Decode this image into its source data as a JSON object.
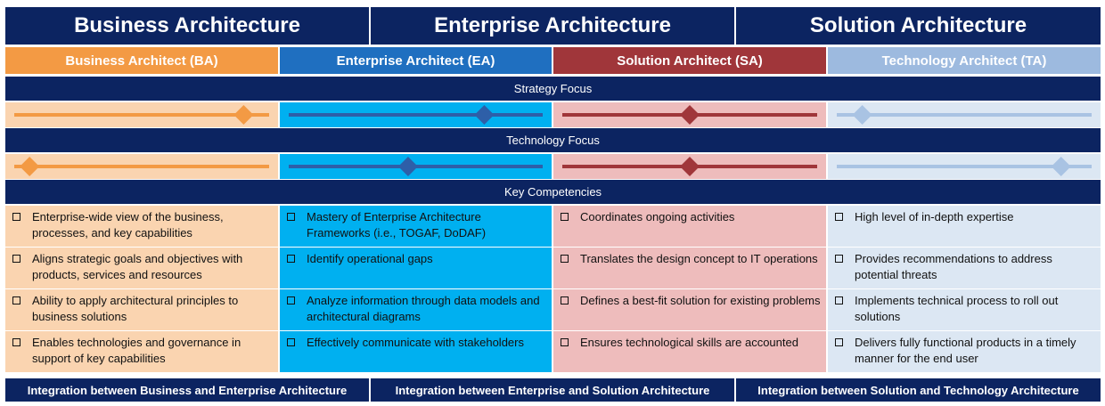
{
  "header": {
    "domains": [
      "Business Architecture",
      "Enterprise Architecture",
      "Solution Architecture"
    ]
  },
  "roles": [
    {
      "label": "Business Architect (BA)",
      "color": "#f39a44",
      "light": "#fad4b0",
      "line": "#f39a44"
    },
    {
      "label": "Enterprise Architect (EA)",
      "color": "#1f6fc0",
      "light": "#00b0f0",
      "line": "#2e5fa8"
    },
    {
      "label": "Solution Architect (SA)",
      "color": "#a0363a",
      "light": "#eebcbc",
      "line": "#a0363a"
    },
    {
      "label": "Technology Architect (TA)",
      "color": "#9dbadf",
      "light": "#dce7f3",
      "line": "#a9c3e3"
    }
  ],
  "sections": {
    "strategy": "Strategy Focus",
    "technology": "Technology Focus",
    "competencies": "Key Competencies"
  },
  "strategy_levels": [
    0.9,
    0.77,
    0.5,
    0.1
  ],
  "technology_levels": [
    0.06,
    0.47,
    0.5,
    0.88
  ],
  "competencies": [
    [
      "Enterprise-wide view of the business, processes, and key capabilities",
      "Aligns strategic goals and objectives with products, services and resources",
      "Ability to apply architectural principles to business solutions",
      "Enables technologies and governance in support of key capabilities"
    ],
    [
      "Mastery of Enterprise Architecture Frameworks (i.e., TOGAF, DoDAF)",
      "Identify operational gaps",
      "Analyze information through data models and architectural diagrams",
      "Effectively communicate with stakeholders"
    ],
    [
      "Coordinates ongoing activities",
      "Translates the design concept to IT operations",
      "Defines a best-fit solution for existing problems",
      "Ensures technological skills are accounted"
    ],
    [
      "High level of in-depth expertise",
      "Provides recommendations to address potential threats",
      "Implements technical process to roll out solutions",
      "Delivers fully functional products in a timely manner for the end user"
    ]
  ],
  "footer": {
    "integrations": [
      "Integration between Business and Enterprise Architecture",
      "Integration between Enterprise  and Solution Architecture",
      "Integration between Solution and Technology Architecture"
    ]
  }
}
